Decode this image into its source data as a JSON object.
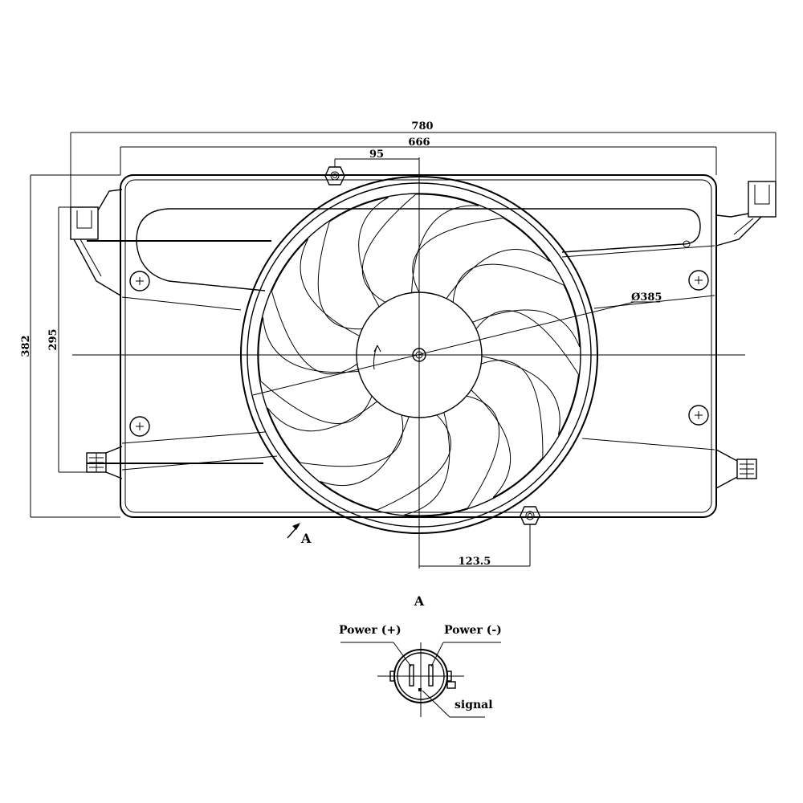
{
  "dimensions": {
    "overall_width": "780",
    "frame_width": "666",
    "center_offset": "95",
    "overall_height": "382",
    "mount_height": "295",
    "fan_diameter": "Ø385",
    "lower_offset": "123.5"
  },
  "view_marker": {
    "arrow_label": "A",
    "section_title": "A"
  },
  "connector": {
    "pin_positive": "Power (+)",
    "pin_negative": "Power (-)",
    "pin_signal": "signal"
  }
}
